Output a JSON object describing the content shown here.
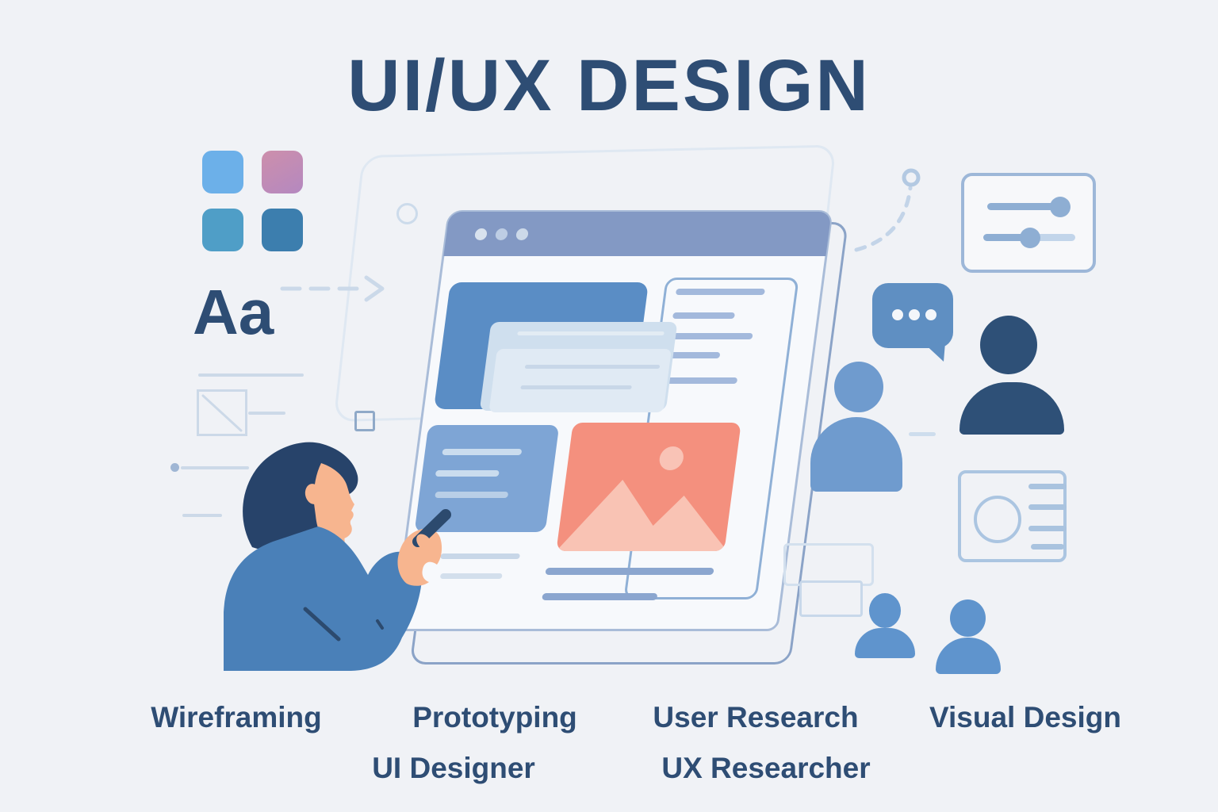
{
  "title": "UI/UX DESIGN",
  "typography_sample": "Aa",
  "skill_labels": {
    "row1": [
      "Wireframing",
      "Prototyping",
      "User Research",
      "Visual Design"
    ],
    "row2": [
      "UI Designer",
      "UX Researcher"
    ]
  },
  "icons": [
    "color-swatches-icon",
    "typography-sample",
    "arrow-icon",
    "browser-window",
    "layers-stack-icon",
    "image-placeholder-icon",
    "chat-bubble-icon",
    "person-icon-light",
    "person-icon-dark",
    "person-icon-small",
    "sliders-panel-icon",
    "profile-card-icon",
    "pen-icon",
    "designer-illustration"
  ],
  "colors": {
    "background": "#f0f2f6",
    "heading_text": "#2e4d74",
    "swatch_light_blue": "#6cb0e9",
    "swatch_pink_purple": "#c289b5",
    "swatch_teal_blue": "#4f9ec7",
    "swatch_dark_blue": "#3c7eae",
    "browser_topbar": "#8399c4",
    "browser_border": "#a9bcd8",
    "panel_blue": "#5a8dc5",
    "card_blue": "#7ea5d5",
    "image_coral": "#f4907e",
    "image_coral_light": "#f9c3b4",
    "chat_bubble_blue": "#5f8fc2",
    "person_light_blue": "#6f9bce",
    "person_dark_navy": "#2e5077",
    "person_small_blue": "#5f94cd",
    "hair_navy": "#27436a",
    "skin_tone": "#f7b58f",
    "sweater_blue": "#4a80b8",
    "wireframe_line_blue": "#8ba6cf",
    "faint_outline": "#ccd9e8"
  }
}
